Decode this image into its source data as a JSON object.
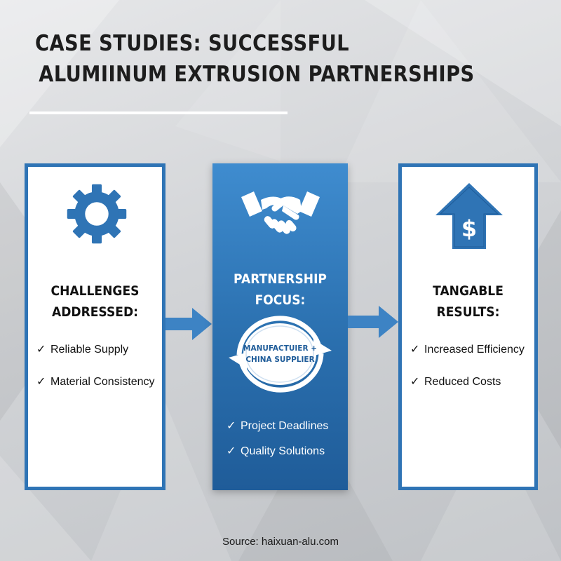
{
  "title": {
    "line1": "CASE STUDIES: SUCCESSFUL",
    "line2": "ALUMIINUM EXTRUSION PARTNERSHIPS"
  },
  "colors": {
    "accent_blue": "#2f74b5",
    "panel_blue_dark": "#1f5c99",
    "arrow_blue": "#3d83c4",
    "text_dark": "#111111",
    "white": "#ffffff"
  },
  "panels": {
    "challenges": {
      "icon": "gear-icon",
      "heading_line1": "CHALLENGES",
      "heading_line2": "ADDRESSED:",
      "items": [
        "Reliable Supply",
        "Material Consistency"
      ]
    },
    "partnership": {
      "icon": "handshake-icon",
      "heading_line1": "PARTNERSHIP",
      "heading_line2": "FOCUS:",
      "exchange_line1": "MANUFACTUIER +",
      "exchange_line2": "CHINA SUPPLIER",
      "exchange_icon": "exchange-arrows-icon",
      "items": [
        "Project Deadlines",
        "Quality Solutions"
      ]
    },
    "results": {
      "icon": "dollar-up-arrow-icon",
      "heading_line1": "TANGABLE",
      "heading_line2": "RESULTS:",
      "items": [
        "Increased Efficiency",
        "Reduced Costs"
      ]
    }
  },
  "check_mark": "✓",
  "flow_arrow_icon": "right-arrow-icon",
  "dollar_symbol": "$",
  "source": "Source: haixuan-alu.com"
}
